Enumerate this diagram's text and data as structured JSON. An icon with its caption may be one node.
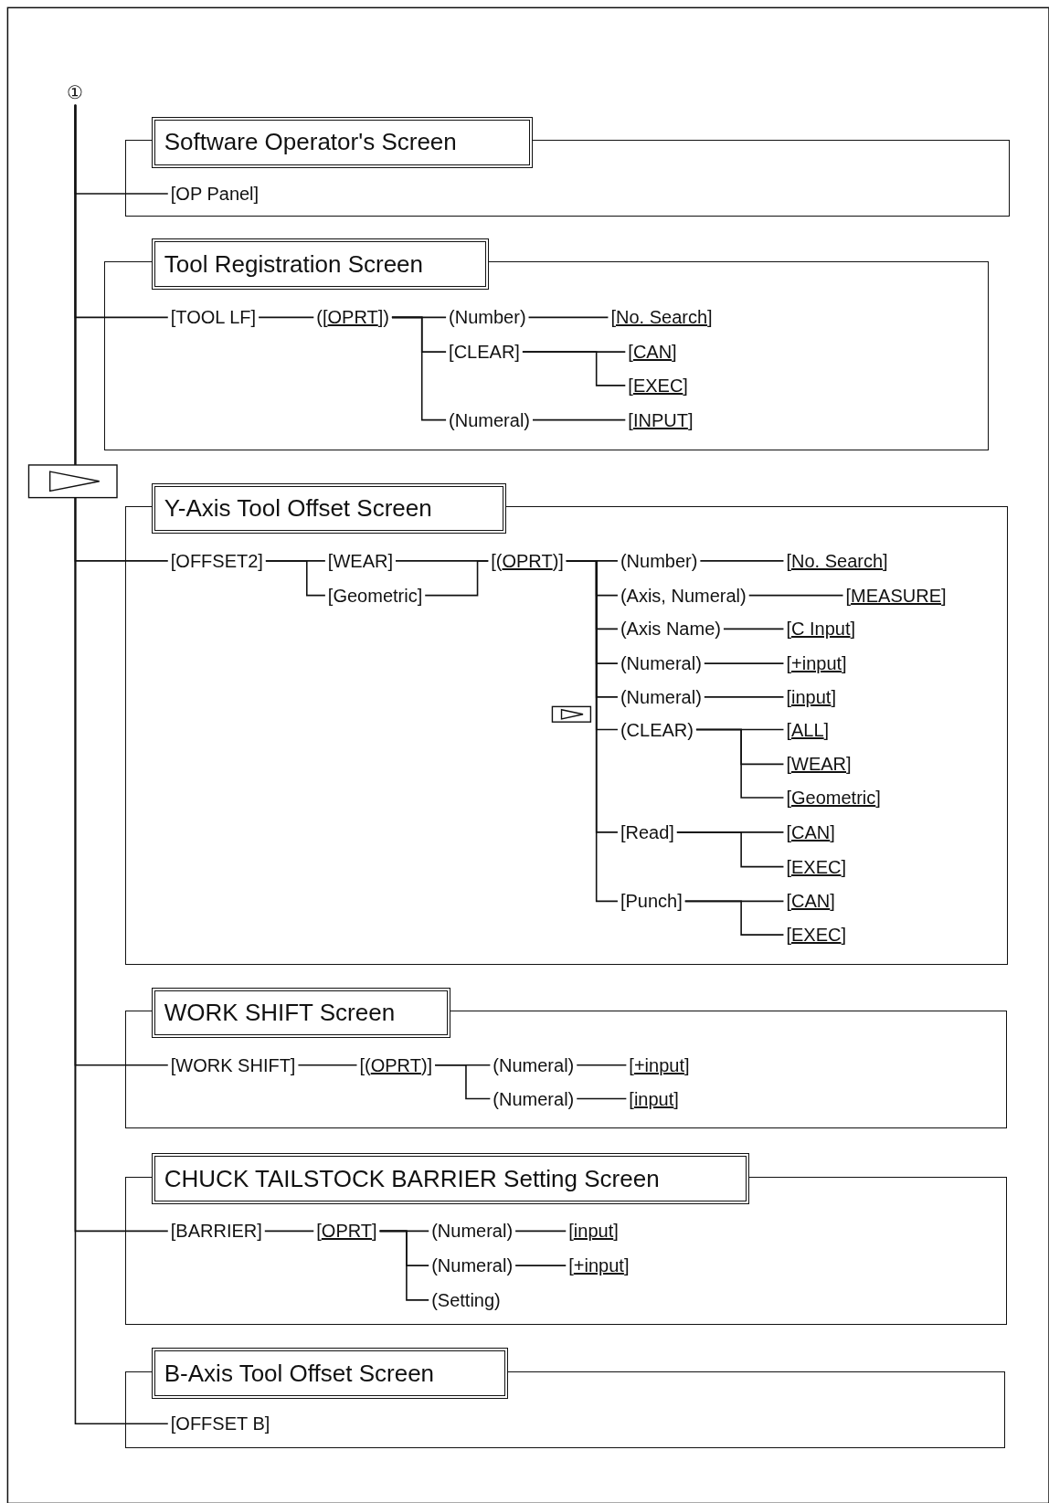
{
  "diagram": {
    "nodes": [
      {
        "text": [
          "①"
        ]
      },
      {
        "text": [
          "Software Operator's Screen"
        ]
      },
      {
        "text": [
          "[OP Panel]"
        ],
        "in": 1
      },
      {
        "text": [
          "Tool Registration Screen"
        ]
      },
      {
        "text": [
          "[TOOL LF]"
        ],
        "in": 3
      },
      {
        "text": [
          "([OPRT])"
        ],
        "in": 3
      },
      {
        "text": [
          "(Number)"
        ],
        "in": 3
      },
      {
        "text": [
          "[No. Search]"
        ],
        "in": 3
      },
      {
        "text": [
          "[CLEAR]"
        ],
        "in": 3
      },
      {
        "text": [
          "[CAN]"
        ],
        "in": 3
      },
      {
        "text": [
          "[EXEC]"
        ],
        "in": 3
      },
      {
        "text": [
          "(Numeral)"
        ],
        "in": 3
      },
      {
        "text": [
          "[INPUT]"
        ],
        "in": 3
      },
      {
        "text": [
          "Y-Axis Tool Offset Screen"
        ]
      },
      {
        "text": [
          "[OFFSET2]"
        ],
        "in": 13
      },
      {
        "text": [
          "[WEAR]"
        ],
        "in": 13
      },
      {
        "text": [
          "[Geometric]"
        ],
        "in": 13
      },
      {
        "text": [
          "[(OPRT)]"
        ],
        "in": 13
      },
      {
        "text": [
          "(Number)"
        ],
        "in": 13
      },
      {
        "text": [
          "[No. Search]"
        ],
        "in": 13
      },
      {
        "text": [
          "(Axis, Numeral)"
        ],
        "in": 13
      },
      {
        "text": [
          "[MEASURE]"
        ],
        "in": 13
      },
      {
        "text": [
          "(Axis Name)"
        ],
        "in": 13
      },
      {
        "text": [
          "[C Input]"
        ],
        "in": 13
      },
      {
        "text": [
          "(Numeral)"
        ],
        "in": 13
      },
      {
        "text": [
          "[+input]"
        ],
        "in": 13
      },
      {
        "text": [
          "(Numeral)"
        ],
        "in": 13
      },
      {
        "text": [
          "[input]"
        ],
        "in": 13
      },
      {
        "text": [
          "(CLEAR)"
        ],
        "in": 13
      },
      {
        "text": [
          "[ALL]"
        ],
        "in": 13
      },
      {
        "text": [
          "[WEAR]"
        ],
        "in": 13
      },
      {
        "text": [
          "[Geometric]"
        ],
        "in": 13
      },
      {
        "text": [
          "[Read]"
        ],
        "in": 13
      },
      {
        "text": [
          "[CAN]"
        ],
        "in": 13
      },
      {
        "text": [
          "[EXEC]"
        ],
        "in": 13
      },
      {
        "text": [
          "[Punch]"
        ],
        "in": 13
      },
      {
        "text": [
          "[CAN]"
        ],
        "in": 13
      },
      {
        "text": [
          "[EXEC]"
        ],
        "in": 13
      },
      {
        "text": [
          "WORK SHIFT Screen"
        ]
      },
      {
        "text": [
          "[WORK SHIFT]"
        ],
        "in": 38
      },
      {
        "text": [
          "[(OPRT)]"
        ],
        "in": 38
      },
      {
        "text": [
          "(Numeral)"
        ],
        "in": 38
      },
      {
        "text": [
          "[+input]"
        ],
        "in": 38
      },
      {
        "text": [
          "(Numeral)"
        ],
        "in": 38
      },
      {
        "text": [
          "[input]"
        ],
        "in": 38
      },
      {
        "text": [
          "CHUCK TAILSTOCK BARRIER Setting Screen"
        ]
      },
      {
        "text": [
          "[BARRIER]"
        ],
        "in": 45
      },
      {
        "text": [
          "[OPRT]"
        ],
        "in": 45
      },
      {
        "text": [
          "(Numeral)"
        ],
        "in": 45
      },
      {
        "text": [
          "[input]"
        ],
        "in": 45
      },
      {
        "text": [
          "(Numeral)"
        ],
        "in": 45
      },
      {
        "text": [
          "[+input]"
        ],
        "in": 45
      },
      {
        "text": [
          "(Setting)"
        ],
        "in": 45
      },
      {
        "text": [
          "B-Axis Tool Offset Screen"
        ]
      },
      {
        "text": [
          "[OFFSET B]"
        ],
        "in": 53
      }
    ],
    "edges": [
      {
        "from": 0,
        "to": 2,
        "arrow": "none"
      },
      {
        "from": 0,
        "to": 4,
        "arrow": "none"
      },
      {
        "from": 4,
        "to": 5,
        "arrow": "none"
      },
      {
        "from": 5,
        "to": 6,
        "arrow": "none"
      },
      {
        "from": 6,
        "to": 7,
        "arrow": "none"
      },
      {
        "from": 5,
        "to": 8,
        "arrow": "none"
      },
      {
        "from": 8,
        "to": 9,
        "arrow": "none"
      },
      {
        "from": 8,
        "to": 10,
        "arrow": "none"
      },
      {
        "from": 5,
        "to": 11,
        "arrow": "none"
      },
      {
        "from": 11,
        "to": 12,
        "arrow": "none"
      },
      {
        "from": 0,
        "to": 14,
        "arrow": "none"
      },
      {
        "from": 14,
        "to": 15,
        "arrow": "none"
      },
      {
        "from": 14,
        "to": 16,
        "arrow": "none"
      },
      {
        "from": 15,
        "to": 17,
        "arrow": "none"
      },
      {
        "from": 16,
        "to": 17,
        "arrow": "none"
      },
      {
        "from": 17,
        "to": 18,
        "arrow": "none"
      },
      {
        "from": 18,
        "to": 19,
        "arrow": "none"
      },
      {
        "from": 17,
        "to": 20,
        "arrow": "none"
      },
      {
        "from": 20,
        "to": 21,
        "arrow": "none"
      },
      {
        "from": 17,
        "to": 22,
        "arrow": "none"
      },
      {
        "from": 22,
        "to": 23,
        "arrow": "none"
      },
      {
        "from": 17,
        "to": 24,
        "arrow": "none"
      },
      {
        "from": 24,
        "to": 25,
        "arrow": "none"
      },
      {
        "from": 17,
        "to": 26,
        "arrow": "none"
      },
      {
        "from": 26,
        "to": 27,
        "arrow": "none"
      },
      {
        "from": 17,
        "to": 28,
        "arrow": "none"
      },
      {
        "from": 28,
        "to": 29,
        "arrow": "none"
      },
      {
        "from": 28,
        "to": 30,
        "arrow": "none"
      },
      {
        "from": 28,
        "to": 31,
        "arrow": "none"
      },
      {
        "from": 17,
        "to": 32,
        "arrow": "none"
      },
      {
        "from": 32,
        "to": 33,
        "arrow": "none"
      },
      {
        "from": 32,
        "to": 34,
        "arrow": "none"
      },
      {
        "from": 17,
        "to": 35,
        "arrow": "none"
      },
      {
        "from": 35,
        "to": 36,
        "arrow": "none"
      },
      {
        "from": 35,
        "to": 37,
        "arrow": "none"
      },
      {
        "from": 0,
        "to": 39,
        "arrow": "none"
      },
      {
        "from": 39,
        "to": 40,
        "arrow": "none"
      },
      {
        "from": 40,
        "to": 41,
        "arrow": "none"
      },
      {
        "from": 41,
        "to": 42,
        "arrow": "none"
      },
      {
        "from": 40,
        "to": 43,
        "arrow": "none"
      },
      {
        "from": 43,
        "to": 44,
        "arrow": "none"
      },
      {
        "from": 0,
        "to": 46,
        "arrow": "none"
      },
      {
        "from": 46,
        "to": 47,
        "arrow": "none"
      },
      {
        "from": 47,
        "to": 48,
        "arrow": "none"
      },
      {
        "from": 48,
        "to": 49,
        "arrow": "none"
      },
      {
        "from": 47,
        "to": 50,
        "arrow": "none"
      },
      {
        "from": 50,
        "to": 51,
        "arrow": "none"
      },
      {
        "from": 47,
        "to": 52,
        "arrow": "none"
      },
      {
        "from": 0,
        "to": 54,
        "arrow": "none"
      }
    ]
  }
}
